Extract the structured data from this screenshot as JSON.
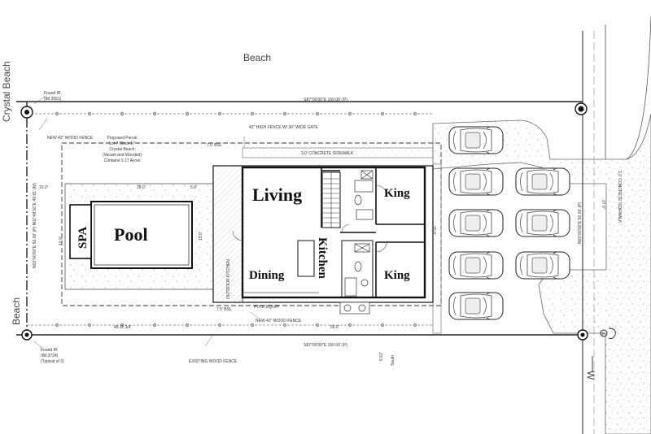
{
  "labels": {
    "beach_top": "Beach",
    "beach_left": "Beach",
    "crystal_beach": "Crystal Beach",
    "living": "Living",
    "kitchen": "Kitchen",
    "dining": "Dining",
    "king_upper": "King",
    "king_lower": "King",
    "pool": "Pool",
    "spa": "SPA",
    "south": "South",
    "w_marker": "W",
    "compass_p": "P"
  },
  "annotations": {
    "north_boundary": "S87°00'00\"E 150.00' (P)",
    "south_boundary": "S87°00'00\"E 150.00' (P)",
    "west_boundary": "N03°00'00\"E 50.00' (P) N02°49'16\"E 49.91' (M)",
    "east_boundary": "N03°00'00\"E 50.00' (P)",
    "fence_top": "NEW 42\" WOOD FENCE",
    "fence_bottom": "NEW 42\" WOOD FENCE",
    "high_fence": "42\" HIGH FENCE W/ 36\" WIDE GATE",
    "sidewalk": "3.0' CONCRETE SIDEWALK",
    "sidewalk_right": "3.0' CONCRETE SIDEWALK",
    "existing_fence": "EXISTING WOOD FENCE",
    "pool_equip": "POOL EQUIP.",
    "outdoor_kitchen": "OUTDOOR KITCHEN",
    "parcel": [
      "Proposed Parcel",
      "Lot 7 Block 17",
      "Crystal Beach",
      "(Vacant and Wooded)",
      "Contains 0.17 Acres"
    ],
    "found_ir_top": [
      "Found IR",
      "(IM 3551)"
    ],
    "found_ir_bottom": [
      "Found IR",
      "(IM 3724)",
      "(Typical of 3)"
    ],
    "setback_top": "7.5' BSL",
    "setback_bottom": "7.5' BSL",
    "dim_5": "5.0'",
    "dim_10": "10.0'",
    "dim_28": "28.0'",
    "dim_50": "50.0'",
    "dim_49": "49.11 3/4'",
    "dim_road": "6.62'",
    "dim_27": "27.0'",
    "dim_20": "20.0'",
    "dim_12": "12.0'",
    "dim_15": "15.0'"
  },
  "colors": {
    "line": "#1a1a1a",
    "light": "#9a9a9a",
    "hatch": "#c8c8c8"
  }
}
